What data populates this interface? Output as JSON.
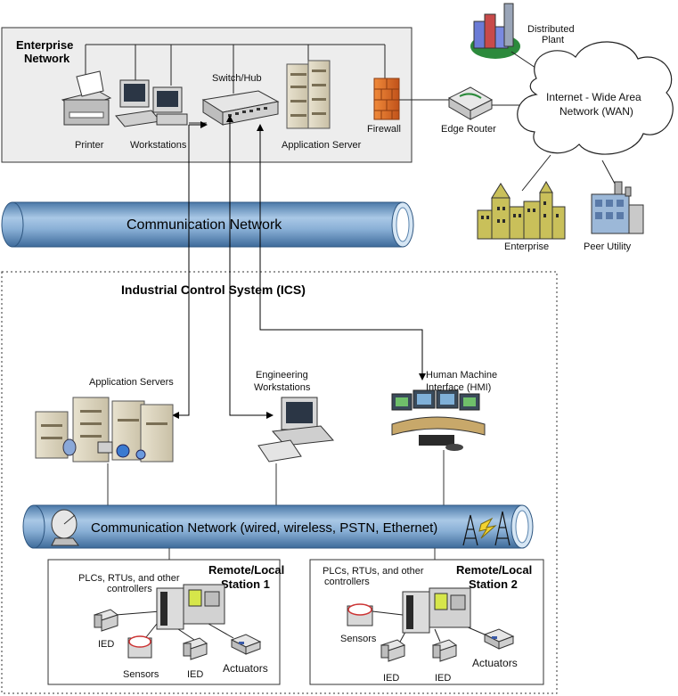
{
  "enterprise_network": {
    "title_line1": "Enterprise",
    "title_line2": "Network",
    "printer": "Printer",
    "workstations": "Workstations",
    "switch_hub": "Switch/Hub",
    "application_server": "Application Server",
    "firewall": "Firewall"
  },
  "external": {
    "distributed_plant_line1": "Distributed",
    "distributed_plant_line2": "Plant",
    "edge_router": "Edge Router",
    "internet_line1": "Internet - Wide Area",
    "internet_line2": "Network (WAN)",
    "enterprise": "Enterprise",
    "peer_utility": "Peer Utility"
  },
  "communication_network": "Communication Network",
  "ics": {
    "title": "Industrial Control System (ICS)",
    "application_servers": "Application Servers",
    "engineering_line1": "Engineering",
    "engineering_line2": "Workstations",
    "hmi_line1": "Human Machine",
    "hmi_line2": "Interface (HMI)",
    "comm_network": "Communication Network (wired, wireless, PSTN, Ethernet)"
  },
  "stations": [
    {
      "title_line1": "Remote/Local",
      "title_line2": "Station 1",
      "plc_line1": "PLCs, RTUs, and other",
      "plc_line2": "controllers",
      "ied_a": "IED",
      "sensors": "Sensors",
      "ied_b": "IED",
      "actuators": "Actuators"
    },
    {
      "title_line1": "Remote/Local",
      "title_line2": "Station 2",
      "plc_line1": "PLCs, RTUs, and other",
      "plc_line2": "controllers",
      "sensors": "Sensors",
      "ied_a": "IED",
      "ied_b": "IED",
      "actuators": "Actuators"
    }
  ],
  "colors": {
    "pipe": "#7fa7cf",
    "pipe_dark": "#3d6a98",
    "enterprise_bg": "#ededed",
    "firewall": "#e06a22"
  }
}
